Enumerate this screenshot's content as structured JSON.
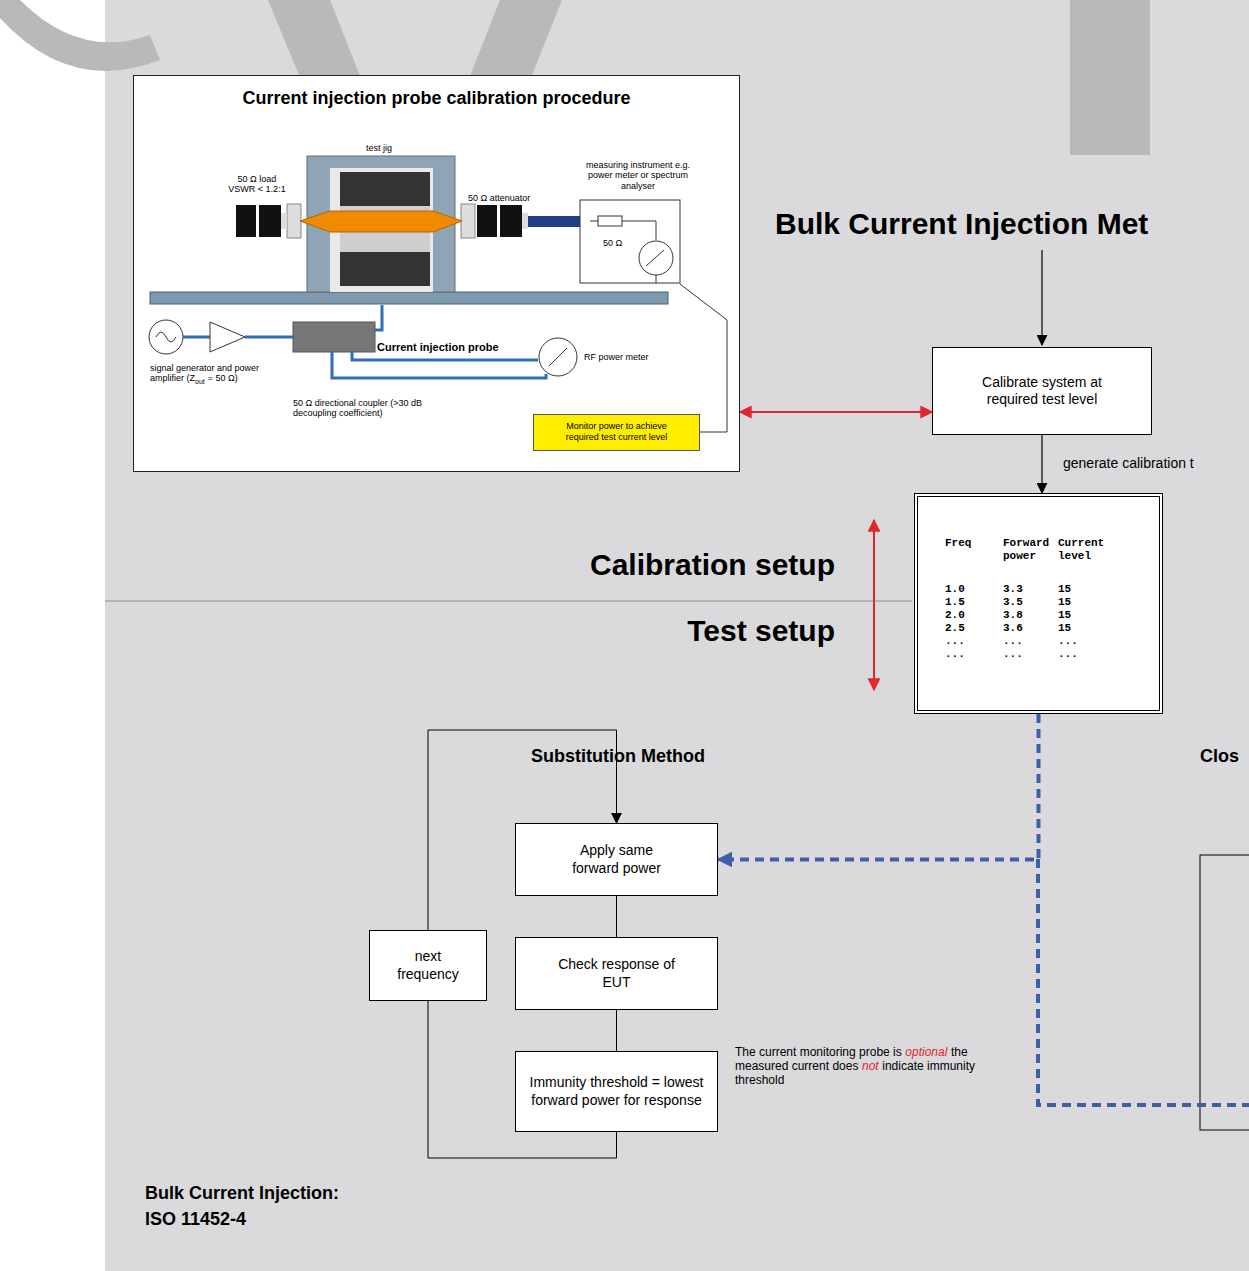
{
  "diagram": {
    "title": "Bulk Current Injection Met",
    "nodes": [
      {
        "text": [
          "Current injection probe calibration procedure"
        ]
      },
      {
        "text": [
          "Monitor power to achieve required test current level"
        ],
        "in": 0
      },
      {
        "text": [
          "Calibrate system at required test level"
        ]
      },
      {
        "text": [
          "Freq",
          "Forward power",
          "Current level",
          "1.0",
          "3.3",
          "15",
          "1.5",
          "3.5",
          "15",
          "2.0",
          "3.8",
          "15",
          "2.5",
          "3.6",
          "15",
          "...",
          "...",
          "...",
          "...",
          "...",
          "..."
        ]
      },
      {
        "text": [
          "Apply same forward power"
        ]
      },
      {
        "text": [
          "Check response of EUT"
        ]
      },
      {
        "text": [
          "Immunity threshold = lowest forward power for response"
        ]
      },
      {
        "text": [
          "next frequency"
        ]
      }
    ],
    "edges": [
      {
        "from": 0,
        "to": 2,
        "arrow": "both"
      },
      {
        "from": 2,
        "to": 3,
        "label": "generate calibration t",
        "arrow": "to"
      },
      {
        "from": 3,
        "to": 4,
        "arrow": "to"
      },
      {
        "from": 4,
        "to": 5,
        "arrow": "none"
      },
      {
        "from": 5,
        "to": 6,
        "arrow": "none"
      },
      {
        "from": 6,
        "to": 7,
        "arrow": "none"
      },
      {
        "from": 7,
        "to": 4,
        "arrow": "to"
      }
    ],
    "labels": [
      "Calibration setup",
      "Test setup",
      "Substitution Method",
      "Clos",
      "The current monitoring probe is",
      "optional",
      "the measured current does",
      "not",
      "indicate immunity threshold",
      "Bulk Current Injection:",
      "ISO 11452-4",
      "test jig",
      "50 Ω load VSWR < 1.2:1",
      "50 Ω attenuator",
      "measuring instrument e.g. power meter or spectrum analyser",
      "50 Ω",
      "Current injection probe",
      "signal generator and power amplifier (Z",
      "out",
      "= 50 Ω)",
      "50 Ω directional coupler (>30 dB decoupling coefficient)",
      "RF power meter"
    ]
  }
}
